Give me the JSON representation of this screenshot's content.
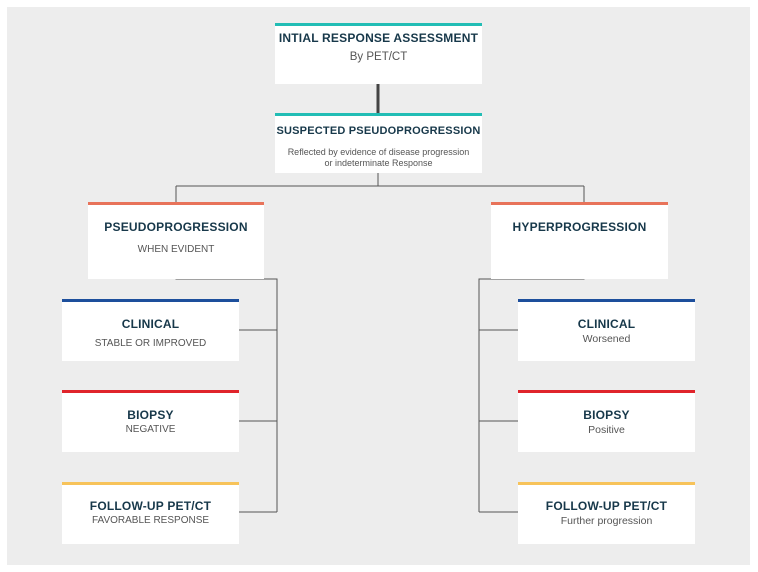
{
  "colors": {
    "panel_bg": "#ededed",
    "teal": "#22bdb5",
    "salmon": "#e8735a",
    "blue": "#1d4f9c",
    "red": "#e0242b",
    "yellow": "#f7c35a",
    "connector": "#555555",
    "title_text": "#17384a"
  },
  "nodes": {
    "initial": {
      "title": "INTIAL RESPONSE ASSESSMENT",
      "subtitle": "By PET/CT"
    },
    "suspected": {
      "title": "SUSPECTED PSEUDOPROGRESSION",
      "subtitle": "Reflected by evidence of disease progression or indeterminate Response"
    },
    "pseudo": {
      "title": "PSEUDOPROGRESSION",
      "subtitle": "WHEN EVIDENT"
    },
    "hyper": {
      "title": "HYPERPROGRESSION",
      "subtitle": ""
    },
    "left_clinical": {
      "title": "CLINICAL",
      "subtitle": "STABLE OR IMPROVED"
    },
    "left_biopsy": {
      "title": "BIOPSY",
      "subtitle": "NEGATIVE"
    },
    "left_followup": {
      "title": "FOLLOW-UP PET/CT",
      "subtitle": "FAVORABLE RESPONSE"
    },
    "right_clinical": {
      "title": "CLINICAL",
      "subtitle": "Worsened"
    },
    "right_biopsy": {
      "title": "BIOPSY",
      "subtitle": "Positive"
    },
    "right_followup": {
      "title": "FOLLOW-UP PET/CT",
      "subtitle": "Further progression"
    }
  }
}
